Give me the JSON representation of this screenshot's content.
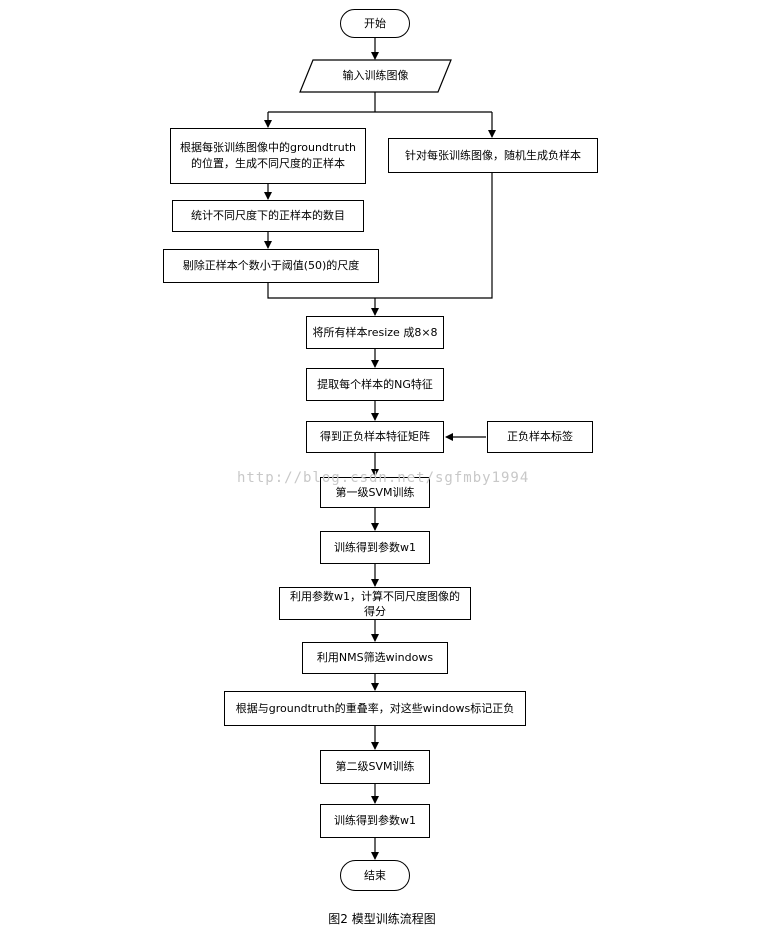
{
  "nodes": {
    "start": "开始",
    "input": "输入训练图像",
    "pos_line1": "根据每张训练图像中的groundtruth",
    "pos_line2": "的位置，生成不同尺度的正样本",
    "neg": "针对每张训练图像，随机生成负样本",
    "count": "统计不同尺度下的正样本的数目",
    "remove": "剔除正样本个数小于阈值(50)的尺度",
    "resize": "将所有样本resize 成8×8",
    "extract": "提取每个样本的NG特征",
    "matrix": "得到正负样本特征矩阵",
    "labels": "正负样本标签",
    "svm1": "第一级SVM训练",
    "param1": "训练得到参数w1",
    "score_line1": "利用参数w1，计算不同尺度图像的",
    "score_line2": "得分",
    "nms": "利用NMS筛选windows",
    "mark": "根据与groundtruth的重叠率，对这些windows标记正负",
    "svm2": "第二级SVM训练",
    "param2": "训练得到参数w1",
    "end": "结束"
  },
  "watermark": "http://blog.csdn.net/sgfmby1994",
  "caption": "图2 模型训练流程图"
}
